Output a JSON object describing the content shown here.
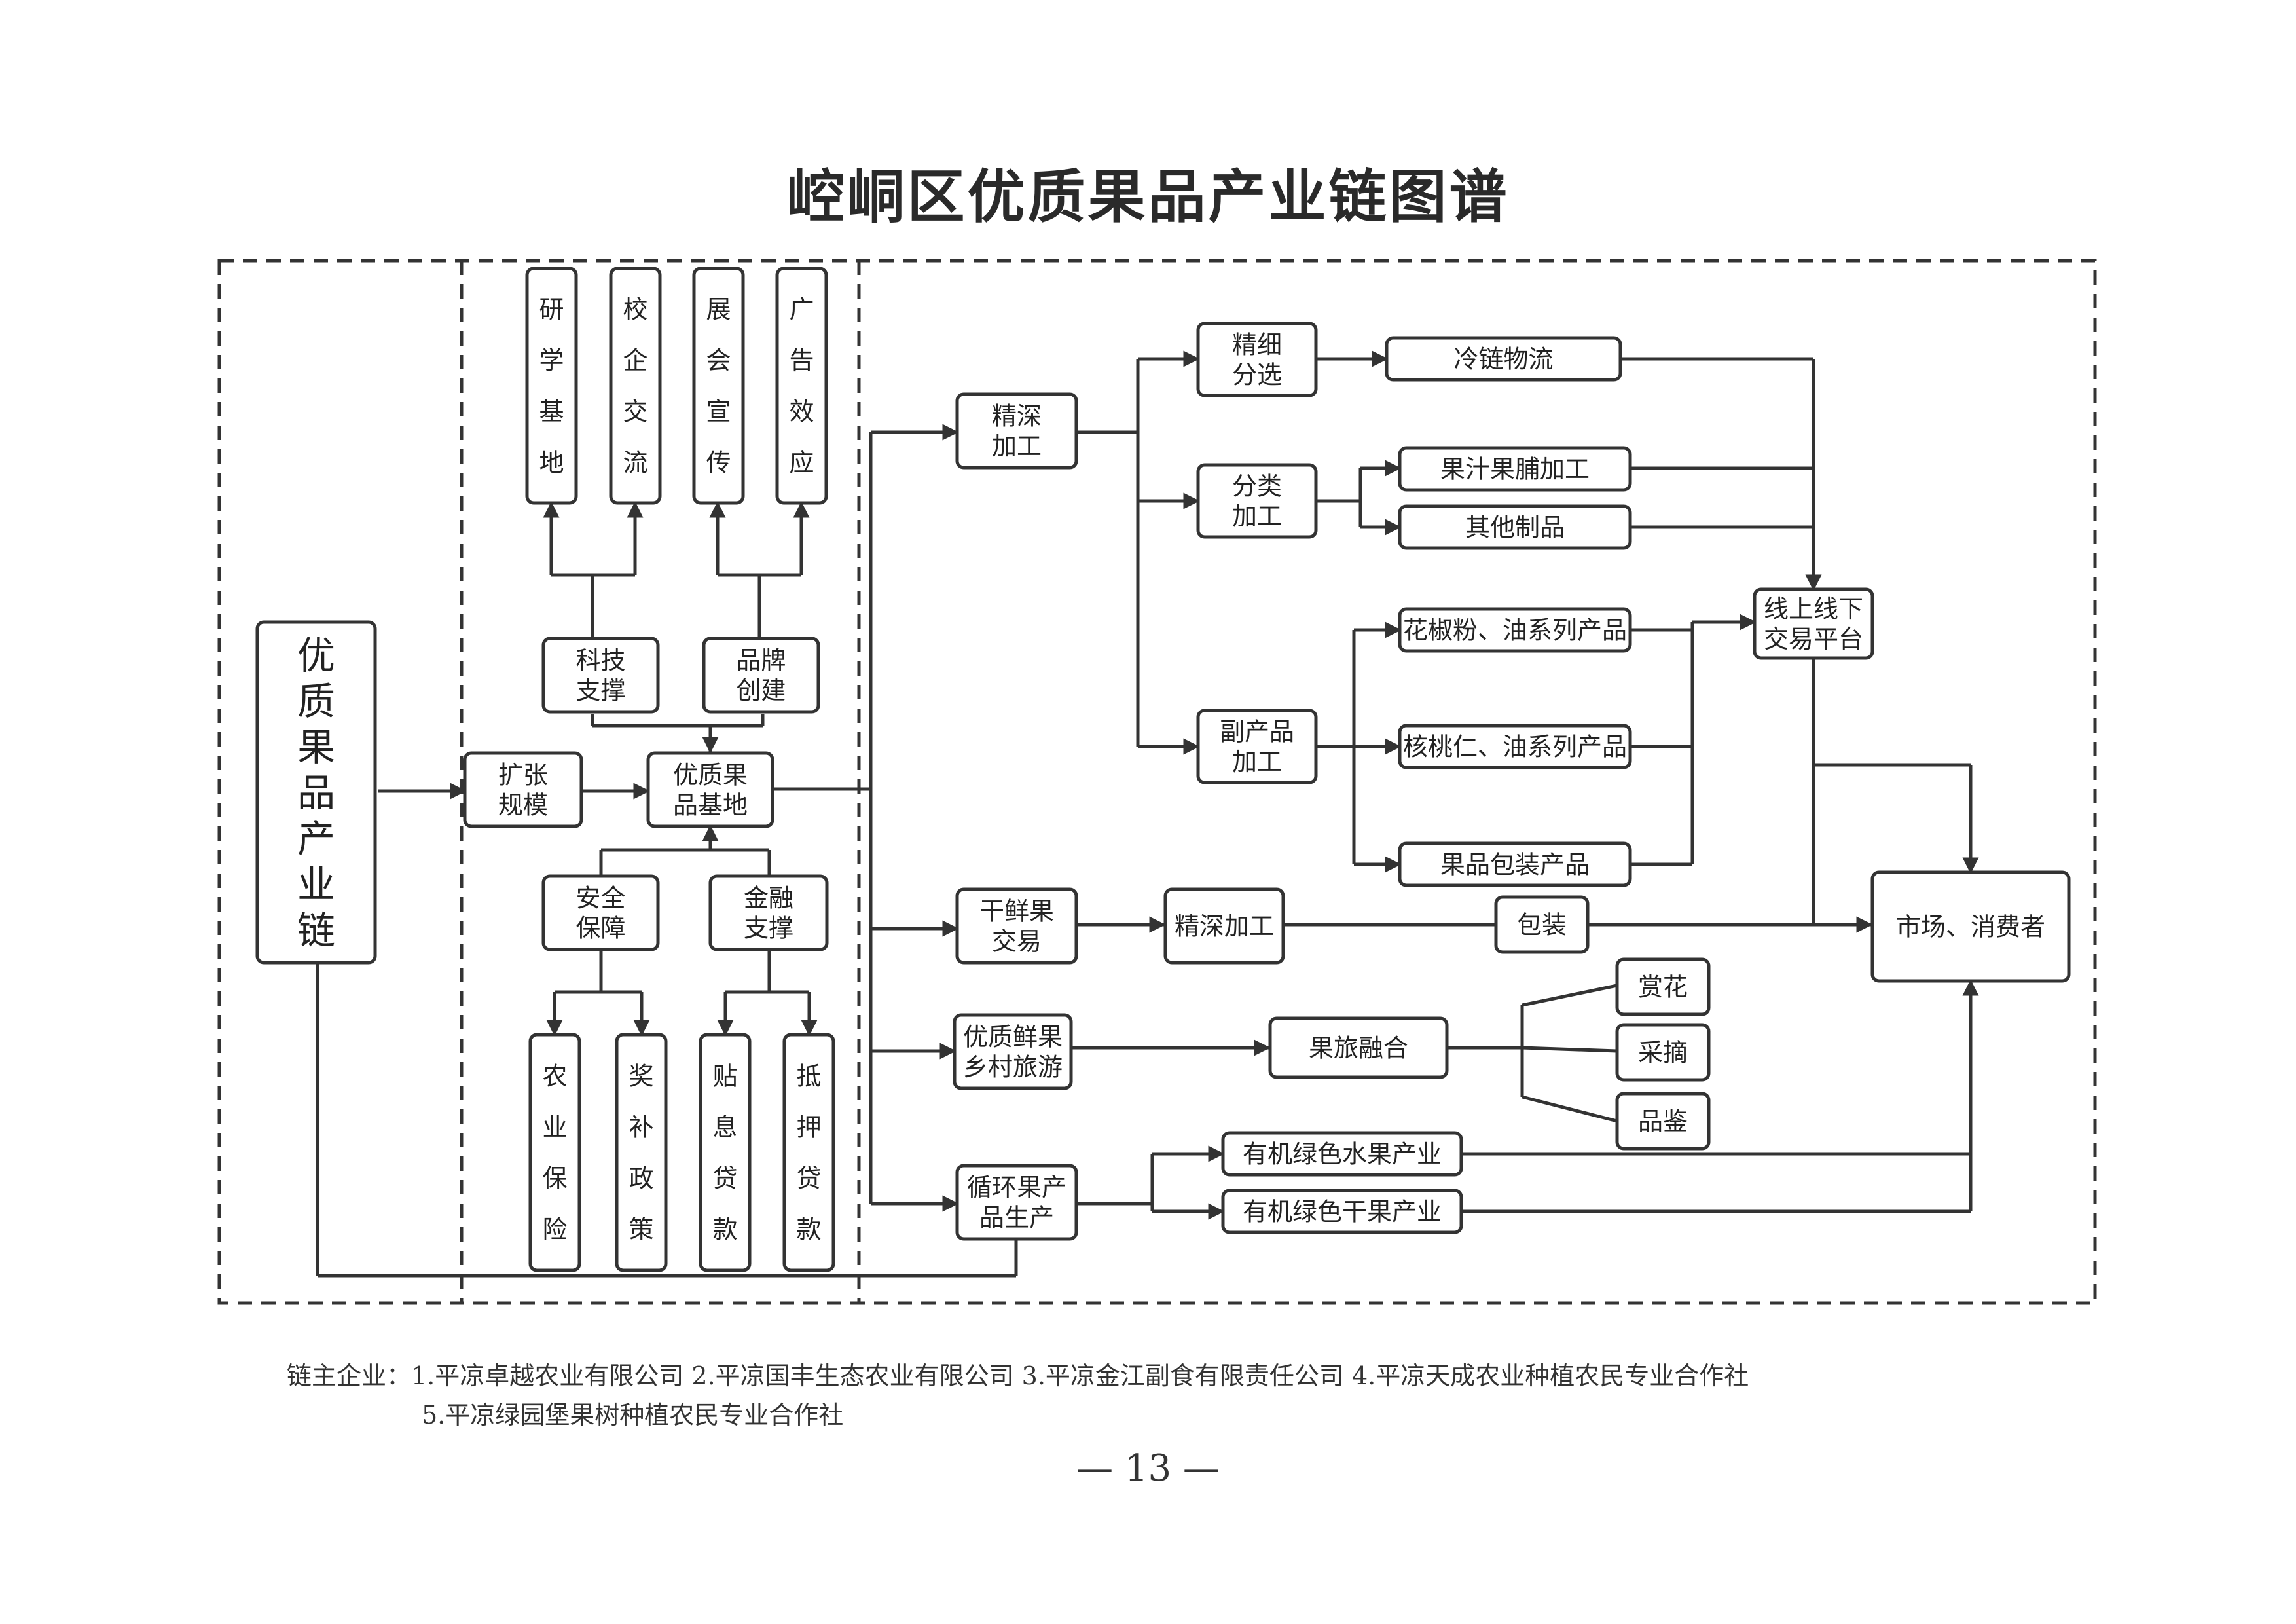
{
  "title": "崆峒区优质果品产业链图谱",
  "colors": {
    "stroke": "#333333",
    "text": "#222222",
    "background": "#ffffff"
  },
  "nodes": {
    "root": "优质果品产业链",
    "research_base": "研学基地",
    "school_enterprise": "校企交流",
    "exhibition": "展会宣传",
    "advertising": "广告效应",
    "tech_support": "科技支撑",
    "brand_building": "品牌创建",
    "expand_scale": "扩张规模",
    "quality_base": "优质果品基地",
    "safety_guarantee": "安全保障",
    "finance_support": "金融支撑",
    "agri_insurance": "农业保险",
    "subsidy_policy": "奖补政策",
    "interest_loan": "贴息贷款",
    "mortgage_loan": "抵押贷款",
    "deep_processing": "精深加工",
    "fresh_trade": "干鲜果交易",
    "rural_tourism": "优质鲜果乡村旅游",
    "circular_production": "循环果产品生产",
    "fine_sorting": "精细分选",
    "classify_processing": "分类加工",
    "byproduct_processing": "副产品加工",
    "cold_chain": "冷链物流",
    "juice_processing": "果汁果脯加工",
    "other_products": "其他制品",
    "pepper_oil": "花椒粉、油系列产品",
    "walnut_oil": "核桃仁、油系列产品",
    "fruit_packaging": "果品包装产品",
    "online_offline": "线上线下交易平台",
    "market": "市场、消费者",
    "fine_processing2": "精深加工",
    "packaging": "包装",
    "fruit_tourism": "果旅融合",
    "flower_viewing": "赏花",
    "picking": "采摘",
    "tasting": "品鉴",
    "organic_fresh": "有机绿色水果产业",
    "organic_dried": "有机绿色干果产业"
  },
  "footer": {
    "line1": "链主企业：1.平凉卓越农业有限公司  2.平凉国丰生态农业有限公司  3.平凉金江副食有限责任公司  4.平凉天成农业种植农民专业合作社",
    "line2": "5.平凉绿园堡果树种植农民专业合作社"
  },
  "page_number": "— 13 —"
}
